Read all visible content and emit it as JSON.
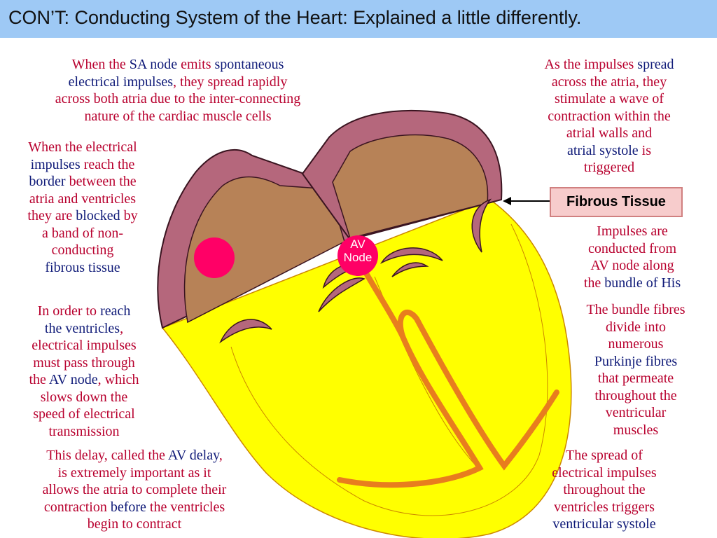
{
  "title": "CON’T:  Conducting System of the Heart: Explained a little differently.",
  "labels": {
    "fibrous_tissue": "Fibrous Tissue",
    "av_node_line1": "AV",
    "av_node_line2": "Node"
  },
  "colors": {
    "title_bar": "#9ec9f5",
    "text_red": "#b8002e",
    "text_blue": "#0f1a78",
    "heart_wall": "#b5677c",
    "atria_fill": "#b78257",
    "ventricle_fill": "#ffff00",
    "conduction": "#e87d1e",
    "nodes": "#ff0066",
    "fibrous_box": "#f7cccc"
  },
  "left": {
    "p1": {
      "l1": [
        "When the ",
        "SA node",
        " emits ",
        "spontaneous"
      ],
      "l2": [
        "electrical impulses",
        ", they spread rapidly"
      ],
      "l3": "across both atria due to the inter-connecting",
      "l4": "nature of  the cardiac muscle cells"
    },
    "p2": {
      "l1": "When the electrical",
      "l2": [
        "impulses",
        " reach the"
      ],
      "l3": [
        "border",
        " between the"
      ],
      "l4": "atria and ventricles",
      "l5": [
        "they are ",
        "blocked",
        " by"
      ],
      "l6": "a band of non-",
      "l7": "conducting",
      "l8": "fibrous tissue"
    },
    "p3": {
      "l1": [
        "In order to ",
        "reach"
      ],
      "l2": [
        "the ventricles",
        ","
      ],
      "l3": "electrical impulses",
      "l4": "must pass through",
      "l5": [
        "the ",
        "AV node",
        ", which"
      ],
      "l6": "slows down the",
      "l7": "speed of electrical",
      "l8": "transmission"
    },
    "p4": {
      "l1": [
        "This delay, called the ",
        "AV delay",
        ","
      ],
      "l2": "is extremely important as it",
      "l3": "allows the atria to complete their",
      "l4": [
        "contraction ",
        "before",
        " the ventricles"
      ],
      "l5": "begin to contract"
    }
  },
  "right": {
    "p1": {
      "l1": [
        "As the impulses ",
        "spread"
      ],
      "l2": "across the atria, they",
      "l3": "stimulate a wave of",
      "l4": "contraction within the",
      "l5": "atrial walls and",
      "l6": [
        "atrial systole",
        " is"
      ],
      "l7": "triggered"
    },
    "p2": {
      "l1": "Impulses are",
      "l2": "conducted from",
      "l3": "AV node along",
      "l4": [
        "the ",
        "bundle of His"
      ]
    },
    "p3": {
      "l1": "The bundle fibres",
      "l2": "divide into",
      "l3": "numerous",
      "l4": "Purkinje fibres",
      "l5": "that permeate",
      "l6": "throughout the",
      "l7": "ventricular",
      "l8": "muscles"
    },
    "p4": {
      "l1": "The spread of",
      "l2": "electrical impulses",
      "l3": "throughout the",
      "l4": "ventricles triggers",
      "l5": "ventricular systole"
    }
  }
}
